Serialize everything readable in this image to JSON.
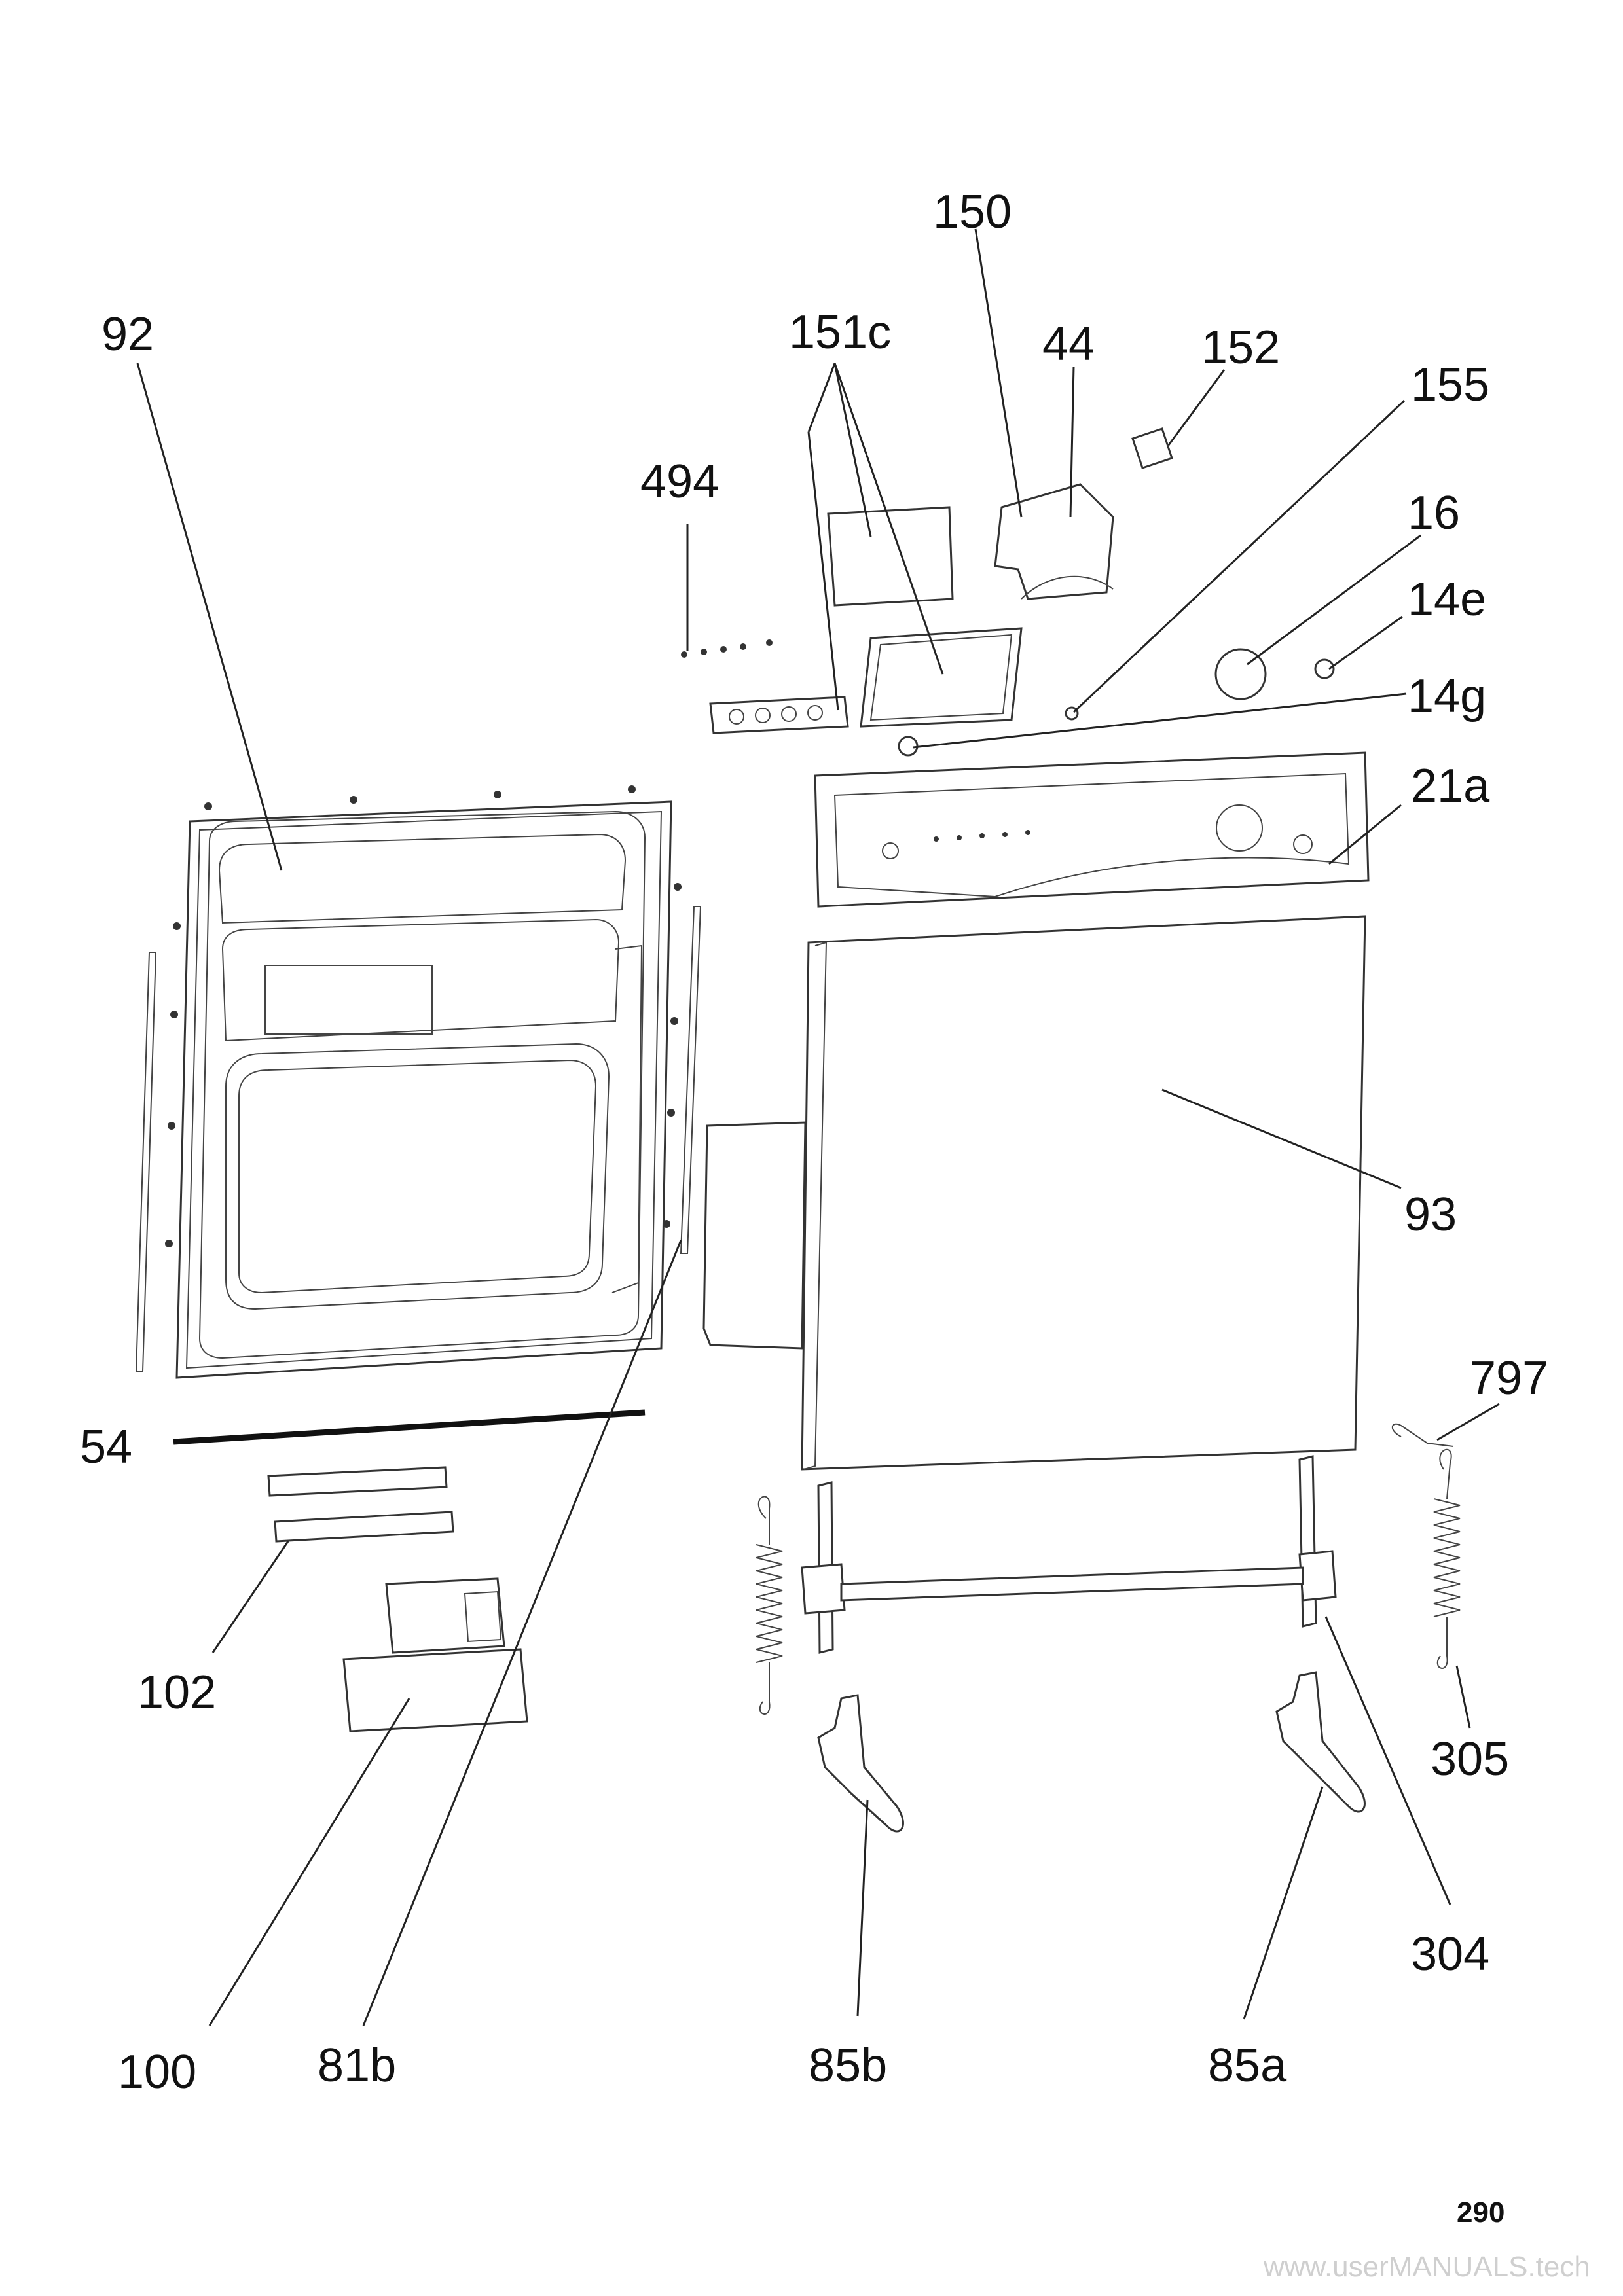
{
  "callouts": [
    "92",
    "494",
    "151c",
    "150",
    "44",
    "152",
    "155",
    "16",
    "14e",
    "14g",
    "21a",
    "93",
    "54",
    "797",
    "102",
    "305",
    "304",
    "100",
    "81b",
    "85b",
    "85a"
  ],
  "page_number": "290",
  "watermark": "www.userMANUALS.tech"
}
